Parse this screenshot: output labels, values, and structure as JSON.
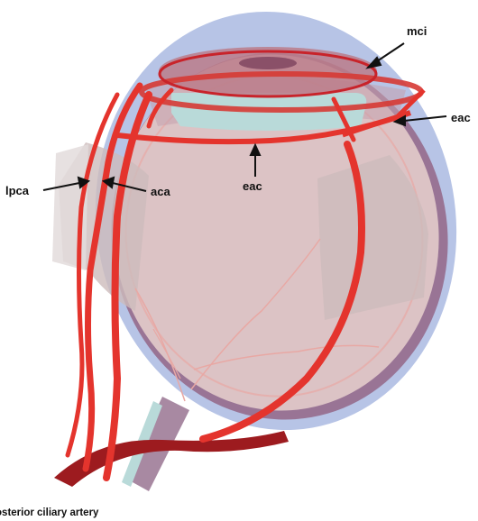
{
  "labels": {
    "mci": "mci",
    "eac_right": "eac",
    "eac_center": "eac",
    "lpca": "lpca",
    "aca": "aca",
    "bottom": "posterior ciliary artery"
  },
  "colors": {
    "sclera_outer": "#b7c4e6",
    "choroid": "#8f5a7a",
    "globe_inner": "#dcc3c5",
    "lens": "#bb7d8a",
    "anterior_chamber": "#b9dad9",
    "muscle": "#cdbcbc",
    "artery": "#e4342d",
    "artery_dark": "#9d1b1f",
    "optic_nerve": "#a889a2",
    "label_text": "#111111"
  }
}
